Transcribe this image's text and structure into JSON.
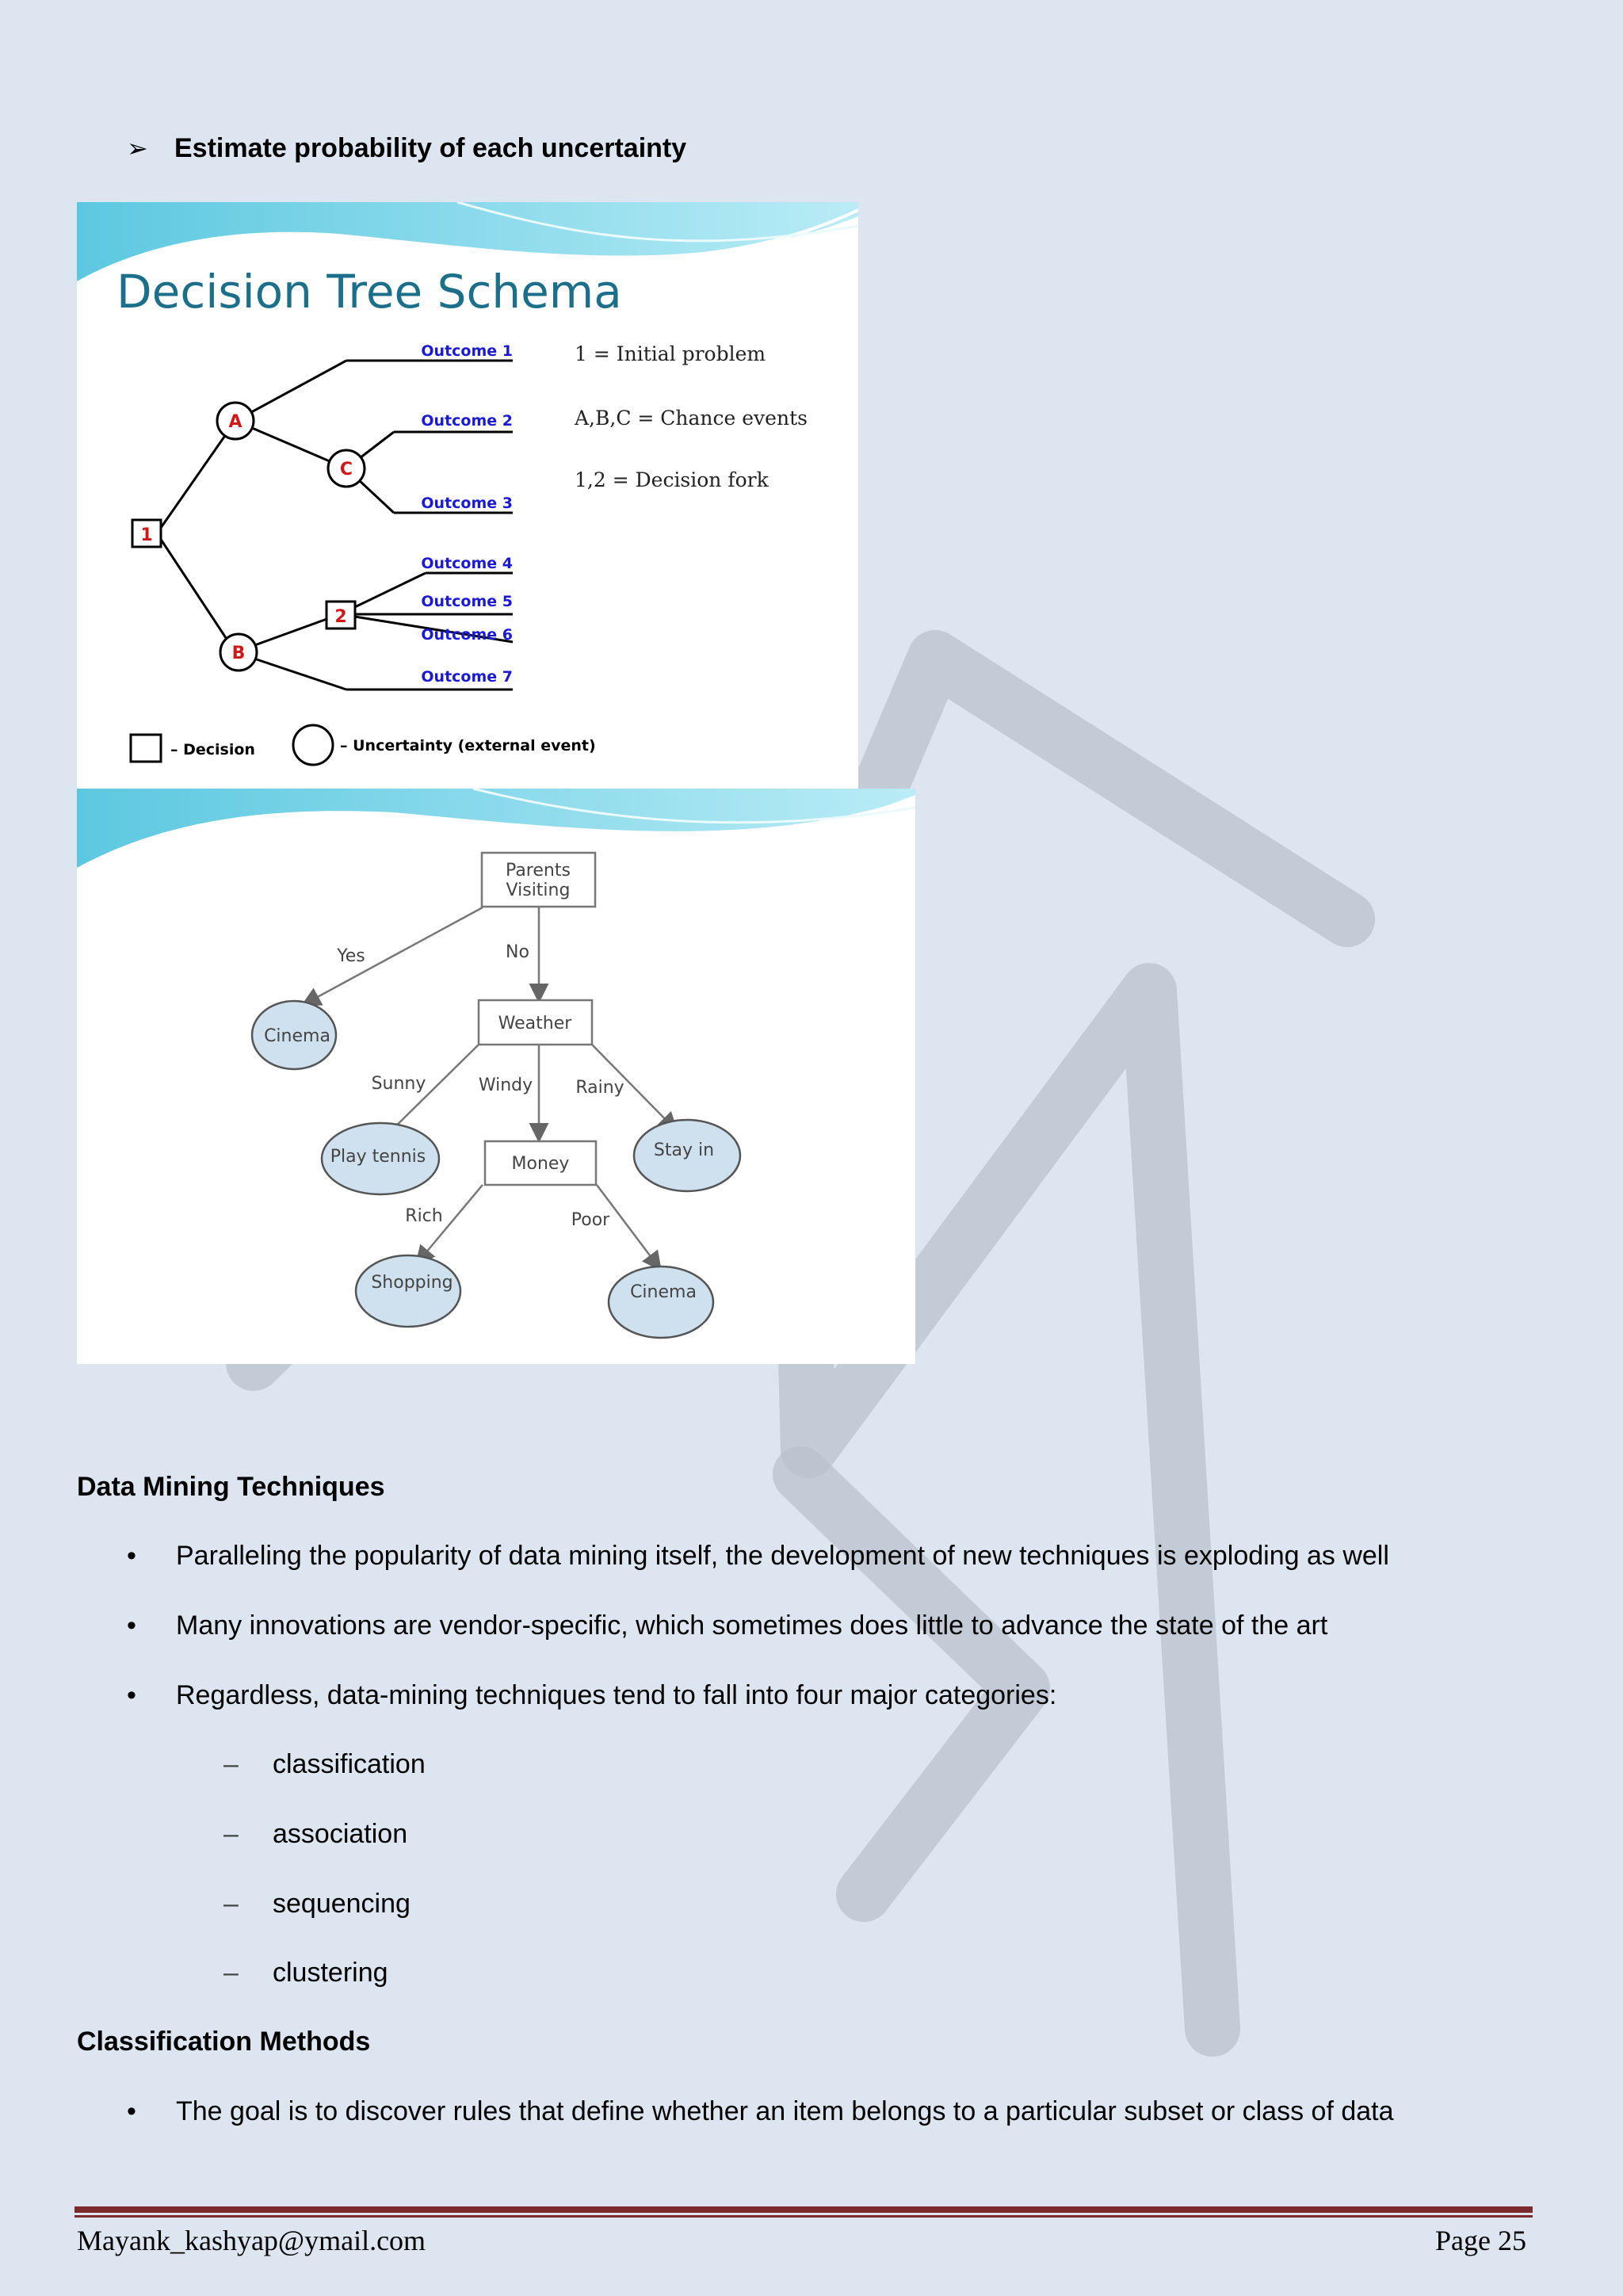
{
  "top_bullet": "Estimate probability of each uncertainty",
  "figure1": {
    "title": "Decision Tree Schema",
    "outcomes": [
      "Outcome 1",
      "Outcome 2",
      "Outcome 3",
      "Outcome 4",
      "Outcome 5",
      "Outcome 6",
      "Outcome 7"
    ],
    "chance_nodes": [
      "A",
      "B",
      "C"
    ],
    "decision_nodes": [
      "1",
      "2"
    ],
    "key_lines": [
      "1 = Initial problem",
      "A,B,C = Chance events",
      "1,2 = Decision fork"
    ],
    "legend_decision": "– Decision",
    "legend_uncertainty": "– Uncertainty (external event)"
  },
  "figure2": {
    "root": [
      "Parents",
      "Visiting"
    ],
    "weather": "Weather",
    "money": "Money",
    "edge_labels": {
      "yes": "Yes",
      "no": "No",
      "sunny": "Sunny",
      "windy": "Windy",
      "rainy": "Rainy",
      "rich": "Rich",
      "poor": "Poor"
    },
    "leaves": {
      "cinema1": "Cinema",
      "tennis": "Play tennis",
      "stay": "Stay in",
      "shopping": "Shopping",
      "cinema2": "Cinema"
    }
  },
  "section1": {
    "title": "Data Mining Techniques",
    "bullets": [
      "Paralleling the popularity of data mining itself, the development of new techniques is exploding as well",
      "Many innovations are vendor-specific, which sometimes does little to advance the state of the art",
      "Regardless, data-mining techniques tend to fall into four major categories:"
    ],
    "categories": [
      "classification",
      "association",
      "sequencing",
      "clustering"
    ]
  },
  "section2": {
    "title": "Classification Methods",
    "bullets": [
      "The goal is to discover rules that define whether an item belongs to a particular subset or class of data"
    ]
  },
  "footer": {
    "email": "Mayank_kashyap@ymail.com",
    "page": "Page 25"
  },
  "colors": {
    "background": "#dce5f0",
    "footer_rule": "#7b2b2b",
    "title_teal": "#1c6f8a",
    "outcome_blue": "#1a1ad6",
    "node_red": "#d01818",
    "leaf_fill": "#cfe0ee"
  }
}
